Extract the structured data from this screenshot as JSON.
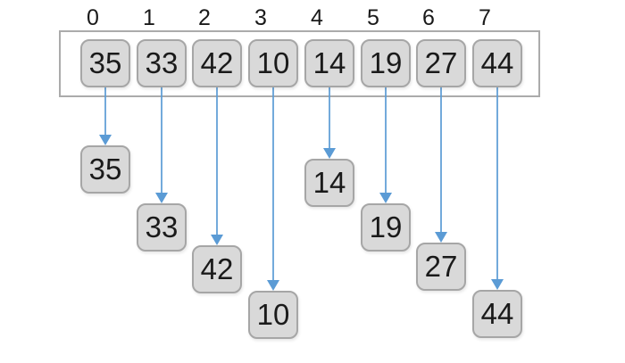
{
  "diagram": {
    "description": "Array of 8 elements split into individual single-element boxes",
    "indices": [
      "0",
      "1",
      "2",
      "3",
      "4",
      "5",
      "6",
      "7"
    ],
    "values": [
      "35",
      "33",
      "42",
      "10",
      "14",
      "19",
      "27",
      "44"
    ],
    "colors": {
      "box_fill": "#d9d9d9",
      "box_border": "#a6a6a6",
      "container_border": "#ababab",
      "arrow": "#5b9bd5",
      "text": "#1a1a1a"
    }
  }
}
